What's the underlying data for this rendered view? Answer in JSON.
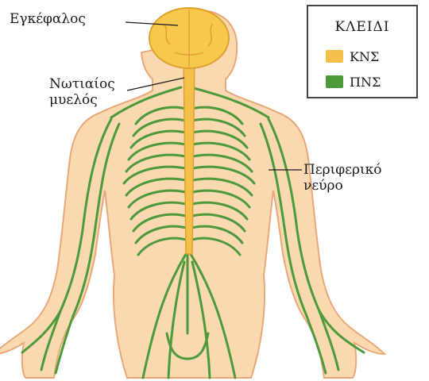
{
  "labels": {
    "brain": "Εγκέφαλος",
    "spinal_cord_line1": "Νωτιαίος",
    "spinal_cord_line2": "μυελός",
    "peripheral_nerve_line1": "Περιφερικό",
    "peripheral_nerve_line2": "νεύρο"
  },
  "legend": {
    "title": "ΚΛΕΙΔΙ",
    "items": [
      {
        "label": "ΚΝΣ",
        "color": "#f5c04a"
      },
      {
        "label": "ΠΝΣ",
        "color": "#4c9a3a"
      }
    ]
  },
  "colors": {
    "skin": "#fbd9b0",
    "skin_outline": "#e8a878",
    "brain": "#f7c84e",
    "spinal_cord": "#f5c04a",
    "nerve": "#4c9a3a"
  }
}
